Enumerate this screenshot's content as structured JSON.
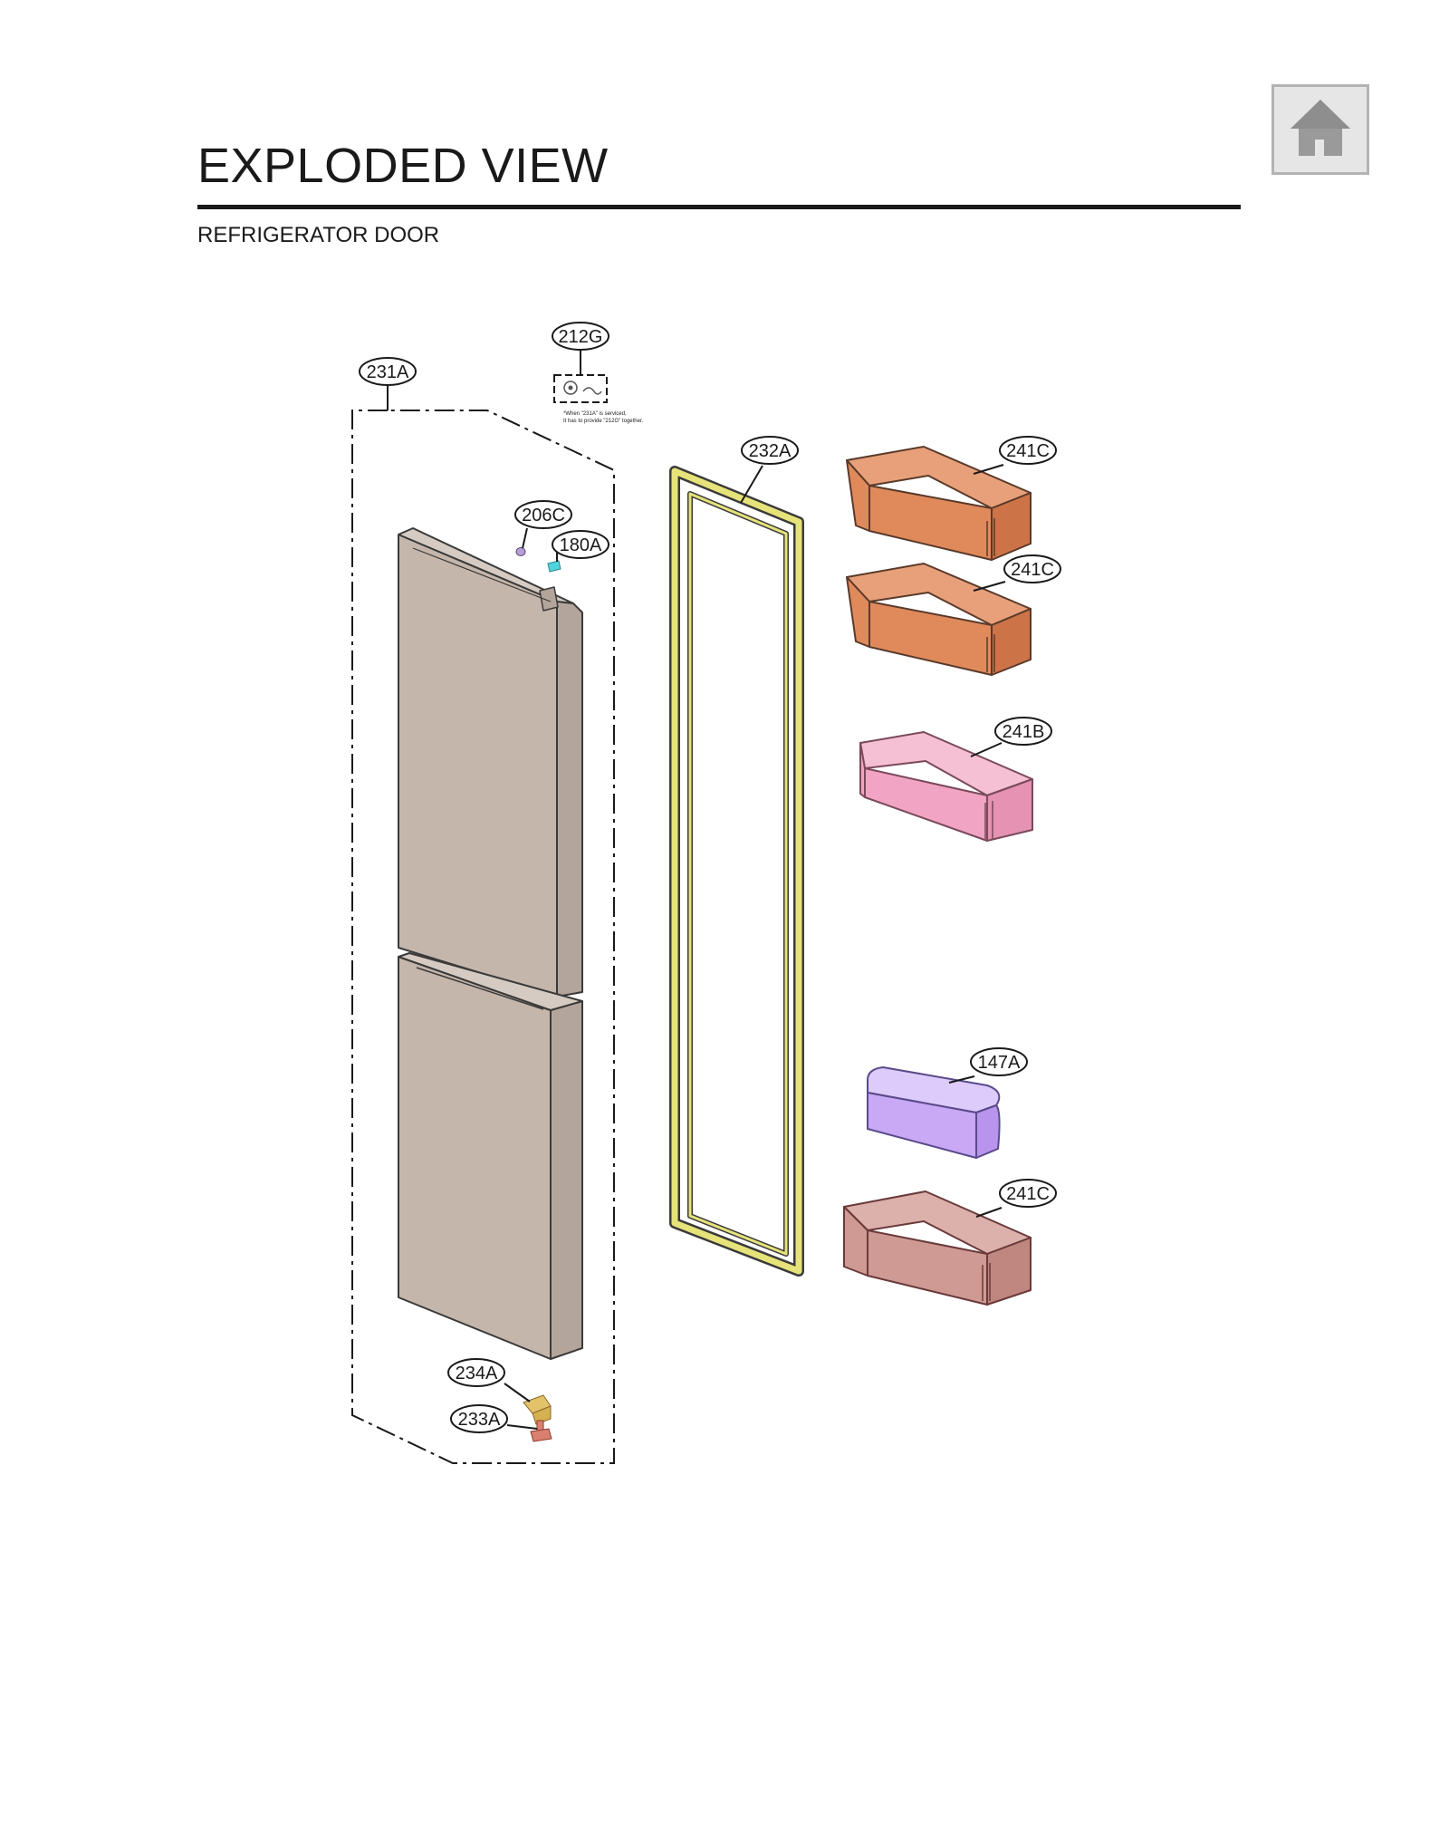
{
  "page": {
    "title": "EXPLODED VIEW",
    "subtitle": "REFRIGERATOR DOOR"
  },
  "home_button": {
    "icon": "home-icon"
  },
  "parts": {
    "p231A": "231A",
    "p212G": "212G",
    "p232A": "232A",
    "p206C": "206C",
    "p180A": "180A",
    "p241C_1": "241C",
    "p241C_2": "241C",
    "p241B": "241B",
    "p147A": "147A",
    "p241C_3": "241C",
    "p234A": "234A",
    "p233A": "233A"
  },
  "note": {
    "line1": "*When \"231A\" is serviced,",
    "line2": "It has to provide \"212G\" together."
  },
  "colors": {
    "door_panel": "#c5b6ac",
    "gasket": "#e6e37a",
    "bin_orange": "#e08a5c",
    "bin_pink": "#f1a4c3",
    "bin_purple": "#c9a8f5",
    "bin_rose": "#cf9a93",
    "hinge_yellow": "#e2c36a",
    "hinge_red": "#d98070",
    "cap_purple": "#b79ed8",
    "clip_cyan": "#4fd4dc"
  }
}
